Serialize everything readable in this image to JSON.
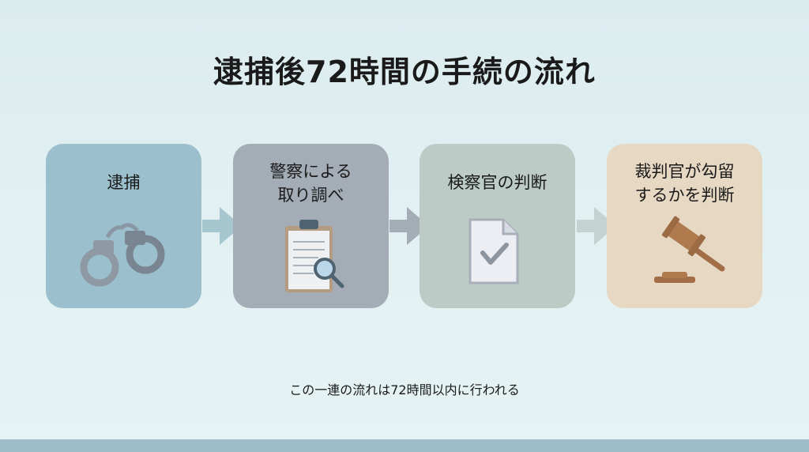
{
  "title": "逮捕後72時間の手続の流れ",
  "steps": [
    {
      "label": "逮捕",
      "icon": "handcuffs-icon",
      "color": "#9bbfcc"
    },
    {
      "label_line1": "警察による",
      "label_line2": "取り調べ",
      "icon": "clipboard-magnifier-icon",
      "color": "#a4acb6"
    },
    {
      "label": "検察官の判断",
      "icon": "document-check-icon",
      "color": "#bccbc5"
    },
    {
      "label_line1": "裁判官が勾留",
      "label_line2": "するかを判断",
      "icon": "gavel-icon",
      "color": "#e6d8c3"
    }
  ],
  "note": "この一連の流れは72時間以内に行われる"
}
